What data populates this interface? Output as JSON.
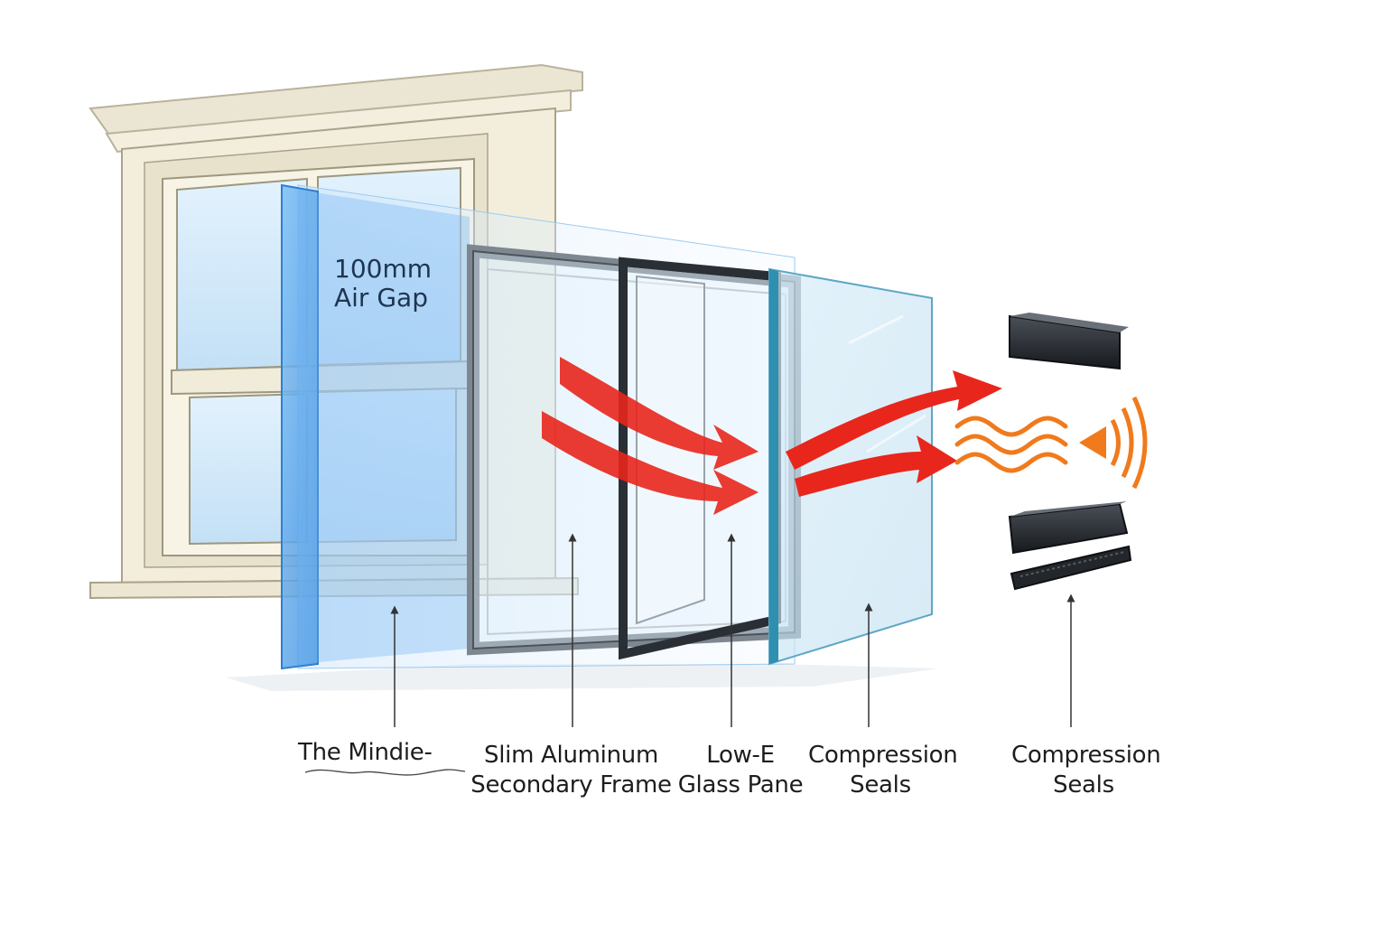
{
  "air_gap": {
    "line1": "100mm",
    "line2": "Air Gap"
  },
  "labels": [
    {
      "id": "mindie",
      "line1": "The Mindie-",
      "line2": ""
    },
    {
      "id": "frame",
      "line1": "Slim Aluminum",
      "line2": "Secondary Frame"
    },
    {
      "id": "lowe",
      "line1": "Low-E",
      "line2": "Glass Pane"
    },
    {
      "id": "seals1",
      "line1": "Compression",
      "line2": "Seals"
    },
    {
      "id": "seals2",
      "line1": "Compression",
      "line2": "Seals"
    }
  ],
  "colors": {
    "window_frame": "#f1ecdc",
    "blue_panel": "#5aa7ec",
    "heat_arrow": "#e8261c",
    "sound_wave": "#f07a1c",
    "seal": "#1f2328"
  },
  "icons": [
    "heat-arrow",
    "sound-wave",
    "speaker-icon",
    "compression-seal-strip"
  ]
}
